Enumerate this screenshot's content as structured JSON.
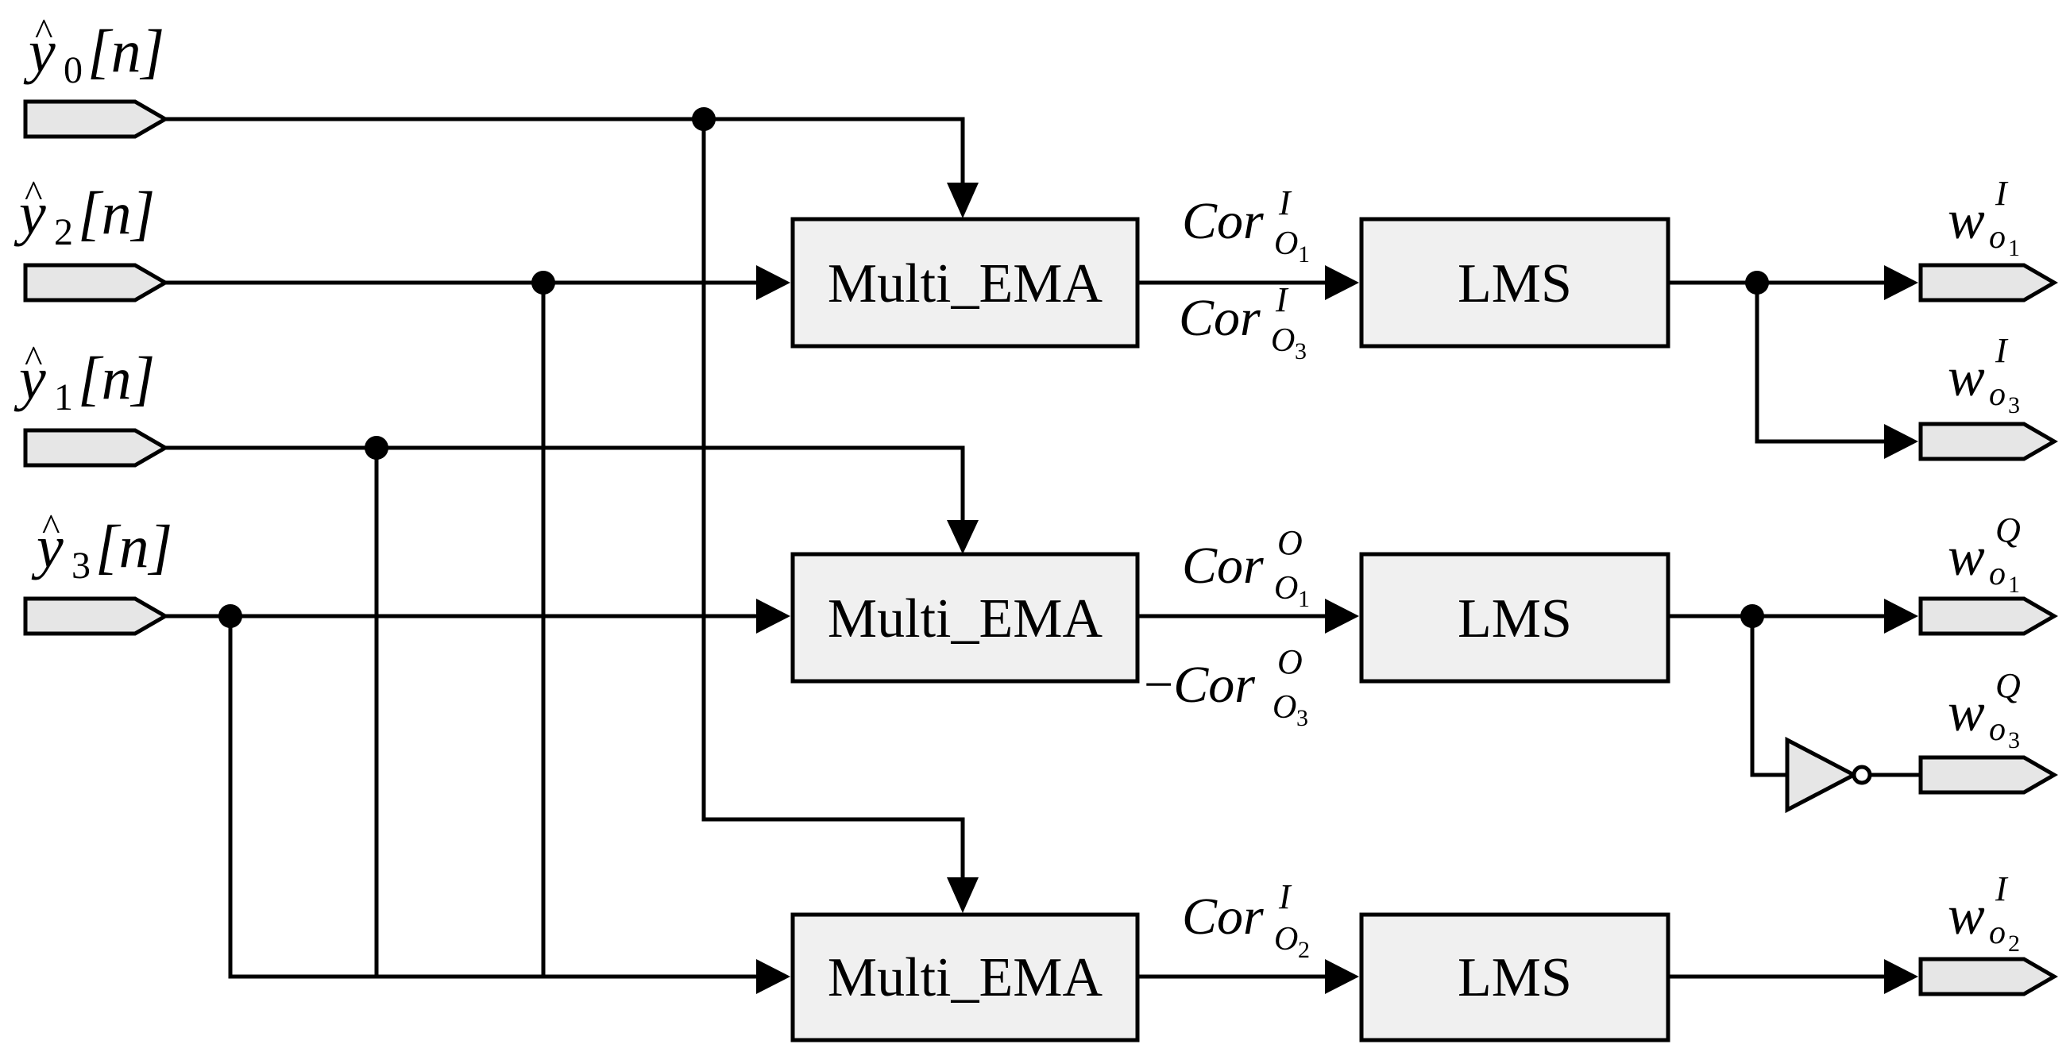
{
  "inputs": [
    {
      "var": "y",
      "sub": "0",
      "arg": "[n]"
    },
    {
      "var": "y",
      "sub": "2",
      "arg": "[n]"
    },
    {
      "var": "y",
      "sub": "1",
      "arg": "[n]"
    },
    {
      "var": "y",
      "sub": "3",
      "arg": "[n]"
    }
  ],
  "blocks": {
    "ema": [
      "Multi_EMA",
      "Multi_EMA",
      "Multi_EMA"
    ],
    "lms": [
      "LMS",
      "LMS",
      "LMS"
    ]
  },
  "signals": [
    {
      "prefix": "",
      "name": "Cor",
      "sub": "O",
      "subsub": "1",
      "sup": "I"
    },
    {
      "prefix": "",
      "name": "Cor",
      "sub": "O",
      "subsub": "3",
      "sup": "I"
    },
    {
      "prefix": "",
      "name": "Cor",
      "sub": "O",
      "subsub": "1",
      "sup": "O"
    },
    {
      "prefix": "−",
      "name": "Cor",
      "sub": "O",
      "subsub": "3",
      "sup": "O"
    },
    {
      "prefix": "",
      "name": "Cor",
      "sub": "O",
      "subsub": "2",
      "sup": "I"
    }
  ],
  "outputs": [
    {
      "name": "w",
      "sub": "o",
      "subsub": "1",
      "sup": "I"
    },
    {
      "name": "w",
      "sub": "o",
      "subsub": "3",
      "sup": "I"
    },
    {
      "name": "w",
      "sub": "o",
      "subsub": "1",
      "sup": "Q"
    },
    {
      "name": "w",
      "sub": "o",
      "subsub": "3",
      "sup": "Q"
    },
    {
      "name": "w",
      "sub": "o",
      "subsub": "2",
      "sup": "I"
    }
  ]
}
